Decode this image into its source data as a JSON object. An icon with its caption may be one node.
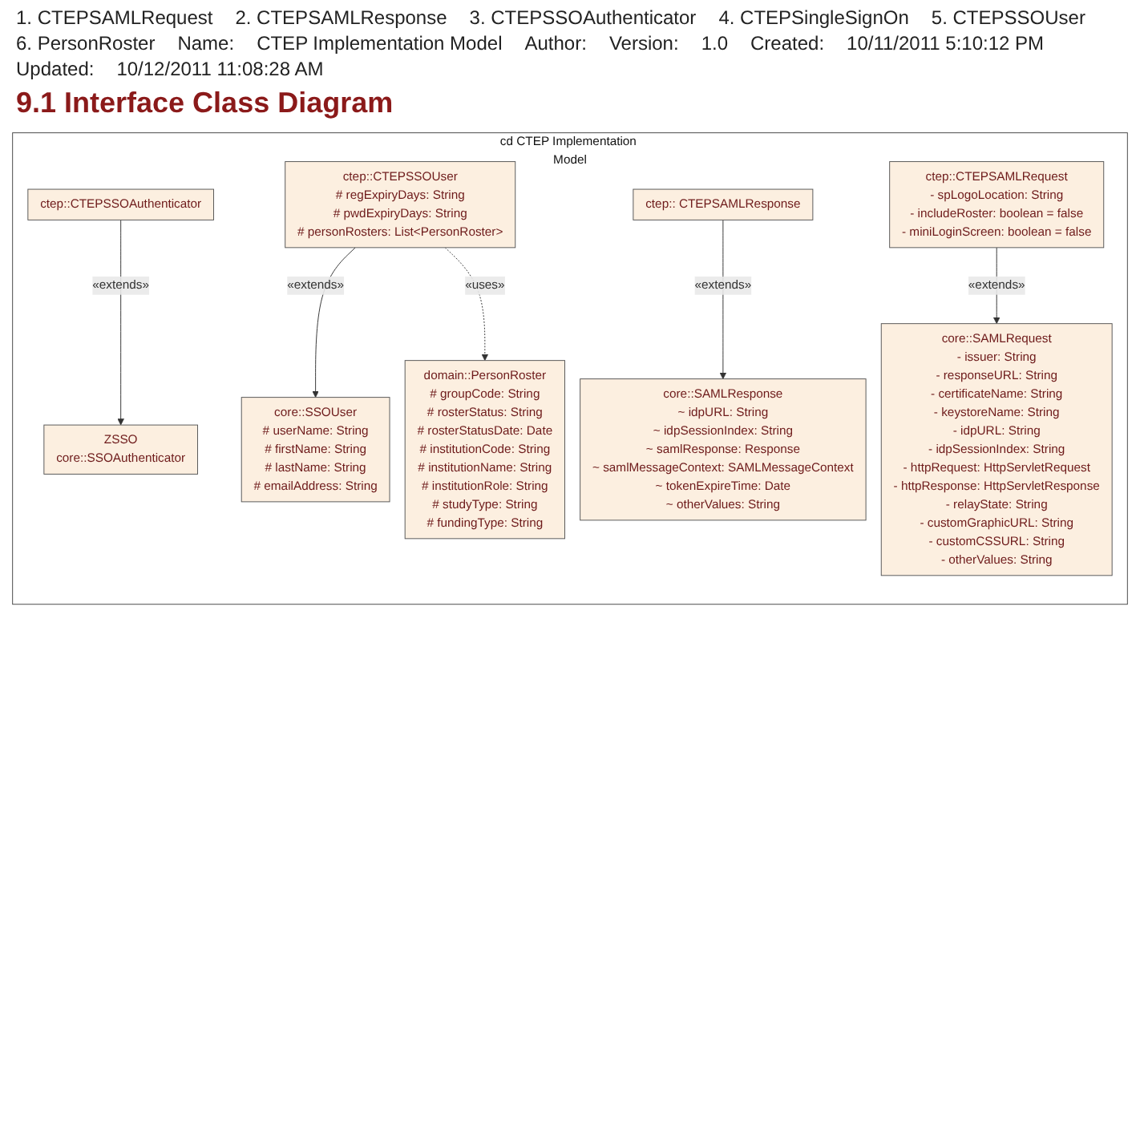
{
  "diagram": {
    "title": "9.1 Interface Class Diagram",
    "nodes": [
      {
        "text": [
          "cd CTEP Implementation Model"
        ]
      },
      {
        "text": [
          "ZSSO",
          "core::SSOAuthenticator"
        ],
        "in": 0
      },
      {
        "text": [
          "ctep::CTEPSSOAuthenticator"
        ],
        "in": 0
      },
      {
        "text": [
          "core::SSOUser",
          "#   userName:  String",
          "#   firstName:  String",
          "#   lastName:  String",
          "#   emailAddress:  String"
        ],
        "in": 0
      },
      {
        "text": [
          "ctep::CTEPSSOUser",
          "#   regExpiryDays:  String",
          "#   pwdExpiryDays:  String",
          "#   personRosters:  List<PersonRoster>"
        ],
        "in": 0
      },
      {
        "text": [
          "core::SAMLResponse",
          "~   idpURL:  String",
          "~   idpSessionIndex:  String",
          "~   samlResponse:  Response",
          "~   samlMessageContext:  SAMLMessageContext",
          "~   tokenExpireTime:  Date",
          "~   otherValues:  String"
        ],
        "in": 0
      },
      {
        "text": [
          "domain::PersonRoster",
          "#   groupCode:  String",
          "#   rosterStatus:  String",
          "#   rosterStatusDate:  Date",
          "#   institutionCode:  String",
          "#   institutionName:  String",
          "#   institutionRole:  String",
          "#   studyType:  String",
          "#   fundingType:  String"
        ],
        "in": 0
      },
      {
        "text": [
          "core::SAMLRequest",
          "-   issuer:  String",
          "-   responseURL:  String",
          "-   certificateName:  String",
          "-   keystoreName:  String",
          "-   idpURL:  String",
          "-   idpSessionIndex:  String",
          "-   httpRequest:  HttpServletRequest",
          "-   httpResponse:  HttpServletResponse",
          "-   relayState:  String",
          "-   customGraphicURL:  String",
          "-   customCSSURL:  String",
          "-   otherValues:  String"
        ],
        "in": 0
      },
      {
        "text": [
          "ctep:: CTEPSAMLResponse"
        ],
        "in": 0
      },
      {
        "text": [
          "ctep::CTEPSAMLRequest",
          "-   spLogoLocation:  String",
          "-   includeRoster:  boolean = false",
          "-   miniLoginScreen:  boolean = false"
        ],
        "in": 0
      }
    ],
    "edges": [
      {
        "from": 2,
        "to": 1,
        "arrow": "to",
        "label": "«extends»"
      },
      {
        "from": 4,
        "to": 3,
        "arrow": "to",
        "label": "«extends»"
      },
      {
        "from": 4,
        "to": 6,
        "arrow": "to",
        "label": "«uses»",
        "style": "dashed"
      },
      {
        "from": 8,
        "to": 5,
        "arrow": "to",
        "label": "«extends»"
      },
      {
        "from": 9,
        "to": 7,
        "arrow": "to",
        "label": "«extends»"
      }
    ],
    "labels": [
      "1.   CTEPSAMLRequest",
      "2.   CTEPSAMLResponse",
      "3.   CTEPSSOAuthenticator",
      "4.   CTEPSingleSignOn",
      "5.   CTEPSSOUser",
      "6.   PersonRoster",
      "Name:",
      "CTEP Implementation Model",
      "Author:",
      "Version:",
      "1.0",
      "Created:",
      "10/11/2011 5:10:12 PM",
      "Updated:",
      "10/12/2011 11:08:28 AM"
    ]
  }
}
